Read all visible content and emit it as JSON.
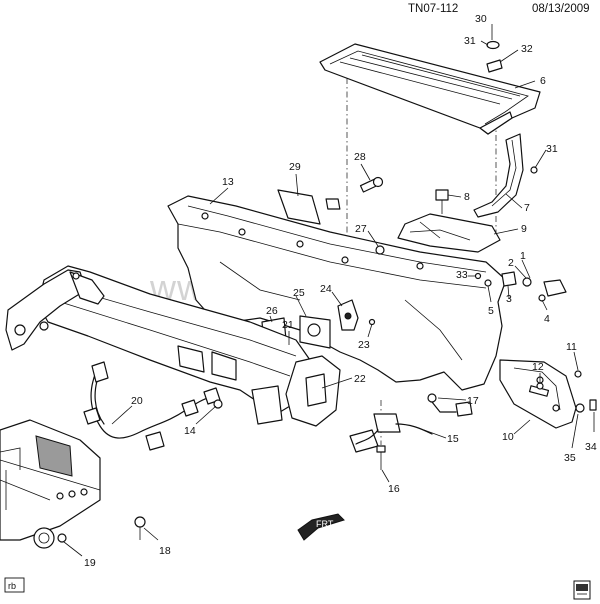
{
  "header": {
    "code": "TN07-112",
    "date": "08/13/2009"
  },
  "watermark": "www.gmsklad.ru",
  "corner_tag": "rb",
  "front_arrow": "FRT",
  "callouts": [
    {
      "id": "c30",
      "text": "30"
    },
    {
      "id": "c31a",
      "text": "31"
    },
    {
      "id": "c32",
      "text": "32"
    },
    {
      "id": "c6",
      "text": "6"
    },
    {
      "id": "c31b",
      "text": "31"
    },
    {
      "id": "c7",
      "text": "7"
    },
    {
      "id": "c8",
      "text": "8"
    },
    {
      "id": "c28",
      "text": "28"
    },
    {
      "id": "c29",
      "text": "29"
    },
    {
      "id": "c13",
      "text": "13"
    },
    {
      "id": "c9",
      "text": "9"
    },
    {
      "id": "c27",
      "text": "27"
    },
    {
      "id": "c1",
      "text": "1"
    },
    {
      "id": "c2",
      "text": "2"
    },
    {
      "id": "c33",
      "text": "33"
    },
    {
      "id": "c5",
      "text": "5"
    },
    {
      "id": "c3",
      "text": "3"
    },
    {
      "id": "c4",
      "text": "4"
    },
    {
      "id": "c24",
      "text": "24"
    },
    {
      "id": "c25",
      "text": "25"
    },
    {
      "id": "c26",
      "text": "26"
    },
    {
      "id": "c21",
      "text": "21"
    },
    {
      "id": "c23",
      "text": "23"
    },
    {
      "id": "c11",
      "text": "11"
    },
    {
      "id": "c12",
      "text": "12"
    },
    {
      "id": "c22",
      "text": "22"
    },
    {
      "id": "c17",
      "text": "17"
    },
    {
      "id": "c20",
      "text": "20"
    },
    {
      "id": "c14",
      "text": "14"
    },
    {
      "id": "c15",
      "text": "15"
    },
    {
      "id": "c10",
      "text": "10"
    },
    {
      "id": "c34",
      "text": "34"
    },
    {
      "id": "c35",
      "text": "35"
    },
    {
      "id": "c16",
      "text": "16"
    },
    {
      "id": "c18",
      "text": "18"
    },
    {
      "id": "c19",
      "text": "19"
    }
  ]
}
